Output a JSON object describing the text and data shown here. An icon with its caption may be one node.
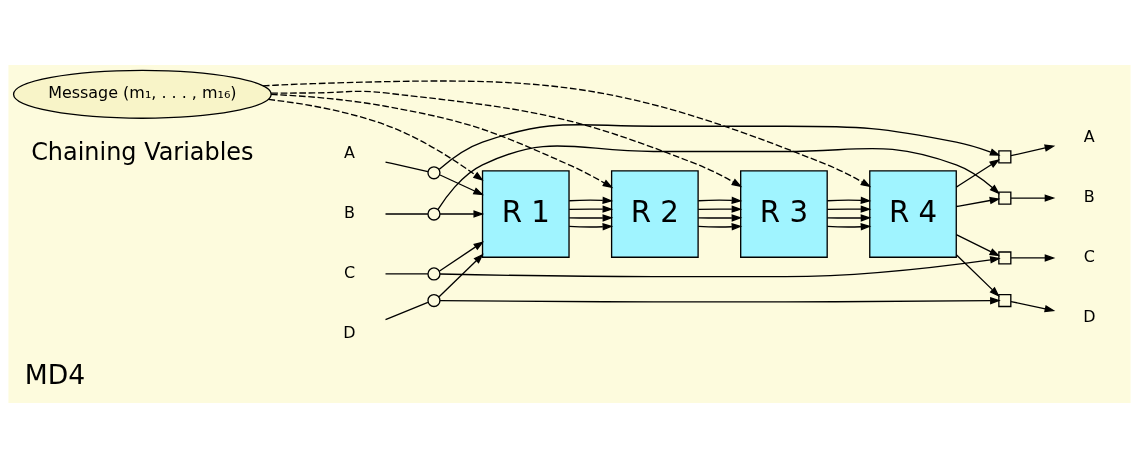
{
  "diagram": {
    "title": "MD4",
    "nodes": [
      {
        "text": [
          "Message (m₁, . . . , m₁₆)"
        ]
      },
      {
        "text": [
          "R 1"
        ]
      },
      {
        "text": [
          "R 2"
        ]
      },
      {
        "text": [
          "R 3"
        ]
      },
      {
        "text": [
          "R 4"
        ]
      },
      {
        "text": [
          "A"
        ]
      },
      {
        "text": [
          "B"
        ]
      },
      {
        "text": [
          "C"
        ]
      },
      {
        "text": [
          "D"
        ]
      },
      {
        "text": [],
        "shape": "circle"
      },
      {
        "text": [],
        "shape": "circle"
      },
      {
        "text": [],
        "shape": "circle"
      },
      {
        "text": [],
        "shape": "circle"
      },
      {
        "text": [],
        "shape": "box"
      },
      {
        "text": [],
        "shape": "box"
      },
      {
        "text": [],
        "shape": "box"
      },
      {
        "text": [],
        "shape": "box"
      },
      {
        "text": [
          "A"
        ]
      },
      {
        "text": [
          "B"
        ]
      },
      {
        "text": [
          "C"
        ]
      },
      {
        "text": [
          "D"
        ]
      }
    ],
    "edges": [
      {
        "from": 0,
        "to": 1,
        "arrow": "to",
        "style": "dashed"
      },
      {
        "from": 0,
        "to": 2,
        "arrow": "to",
        "style": "dashed"
      },
      {
        "from": 0,
        "to": 3,
        "arrow": "to",
        "style": "dashed"
      },
      {
        "from": 0,
        "to": 4,
        "arrow": "to",
        "style": "dashed"
      },
      {
        "from": 5,
        "to": 9,
        "arrow": "none"
      },
      {
        "from": 9,
        "to": 1,
        "arrow": "to"
      },
      {
        "from": 6,
        "to": 10,
        "arrow": "none"
      },
      {
        "from": 10,
        "to": 1,
        "arrow": "to"
      },
      {
        "from": 7,
        "to": 11,
        "arrow": "none"
      },
      {
        "from": 11,
        "to": 1,
        "arrow": "to"
      },
      {
        "from": 8,
        "to": 12,
        "arrow": "none"
      },
      {
        "from": 12,
        "to": 1,
        "arrow": "to"
      },
      {
        "from": 1,
        "to": 2,
        "arrow": "to"
      },
      {
        "from": 1,
        "to": 2,
        "arrow": "to"
      },
      {
        "from": 1,
        "to": 2,
        "arrow": "to"
      },
      {
        "from": 1,
        "to": 2,
        "arrow": "to"
      },
      {
        "from": 2,
        "to": 3,
        "arrow": "to"
      },
      {
        "from": 2,
        "to": 3,
        "arrow": "to"
      },
      {
        "from": 2,
        "to": 3,
        "arrow": "to"
      },
      {
        "from": 2,
        "to": 3,
        "arrow": "to"
      },
      {
        "from": 3,
        "to": 4,
        "arrow": "to"
      },
      {
        "from": 3,
        "to": 4,
        "arrow": "to"
      },
      {
        "from": 3,
        "to": 4,
        "arrow": "to"
      },
      {
        "from": 3,
        "to": 4,
        "arrow": "to"
      },
      {
        "from": 4,
        "to": 13,
        "arrow": "to"
      },
      {
        "from": 4,
        "to": 14,
        "arrow": "to"
      },
      {
        "from": 4,
        "to": 15,
        "arrow": "to"
      },
      {
        "from": 4,
        "to": 16,
        "arrow": "to"
      },
      {
        "from": 9,
        "to": 13,
        "arrow": "to"
      },
      {
        "from": 10,
        "to": 14,
        "arrow": "to"
      },
      {
        "from": 11,
        "to": 15,
        "arrow": "to"
      },
      {
        "from": 12,
        "to": 16,
        "arrow": "to"
      },
      {
        "from": 13,
        "to": 17,
        "arrow": "to"
      },
      {
        "from": 14,
        "to": 18,
        "arrow": "to"
      },
      {
        "from": 15,
        "to": 19,
        "arrow": "to"
      },
      {
        "from": 16,
        "to": 20,
        "arrow": "to"
      }
    ],
    "labels": [
      "Chaining Variables"
    ]
  }
}
